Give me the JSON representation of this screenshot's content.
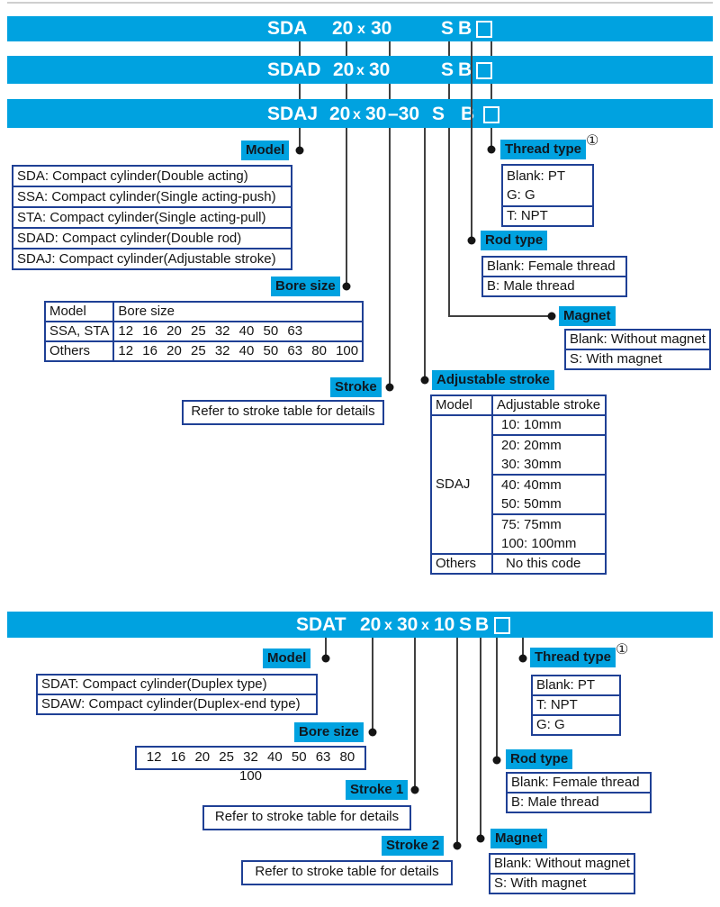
{
  "colors": {
    "accent_cyan": "#00A2E0",
    "table_border_navy": "#1F4095",
    "connector_line": "#404040",
    "bar_text": "#ffffff"
  },
  "s1": {
    "bar_sda": {
      "model": "SDA",
      "bore": "20",
      "times": "x",
      "stroke": "30",
      "magnet": "S",
      "rod": "B"
    },
    "bar_sdad": {
      "model": "SDAD",
      "bore": "20",
      "times": "x",
      "stroke": "30",
      "magnet": "S",
      "rod": "B"
    },
    "bar_sdaj": {
      "model": "SDAJ",
      "bore": "20",
      "times": "x",
      "stroke": "30",
      "adj": "–30",
      "magnet": "S",
      "rod": "B"
    },
    "model": {
      "label": "Model",
      "rows": [
        "SDA: Compact cylinder(Double acting)",
        "SSA: Compact cylinder(Single acting-push)",
        "STA: Compact cylinder(Single acting-pull)",
        "SDAD: Compact cylinder(Double rod)",
        "SDAJ: Compact cylinder(Adjustable stroke)"
      ]
    },
    "bore": {
      "label": "Bore size",
      "header": [
        "Model",
        "Bore size"
      ],
      "rows": [
        [
          "SSA, STA",
          "12 16 20 25 32 40 50 63"
        ],
        [
          "Others",
          "12 16 20 25 32 40 50 63 80 100"
        ]
      ]
    },
    "stroke": {
      "label": "Stroke",
      "note": "Refer to stroke table for details"
    },
    "adj": {
      "label": "Adjustable stroke",
      "header": [
        "Model",
        "Adjustable stroke"
      ],
      "sdaj": "SDAJ",
      "groups": [
        [
          "10: 10mm"
        ],
        [
          "20: 20mm",
          "30: 30mm"
        ],
        [
          "40: 40mm",
          "50: 50mm"
        ],
        [
          "75: 75mm",
          "100: 100mm"
        ]
      ],
      "others": [
        "Others",
        "No this code"
      ]
    },
    "thread": {
      "label": "Thread type",
      "sup": "①",
      "rows": [
        "Blank: PT",
        "G: G",
        "T: NPT"
      ]
    },
    "rod": {
      "label": "Rod type",
      "rows": [
        "Blank: Female thread",
        "B: Male thread"
      ]
    },
    "magnet": {
      "label": "Magnet",
      "rows": [
        "Blank: Without magnet",
        "S: With magnet"
      ]
    }
  },
  "s2": {
    "bar_sdat": {
      "model": "SDAT",
      "bore": "20",
      "times1": "x",
      "stroke1": "30",
      "times2": "x",
      "stroke2": "10",
      "magnet": "S",
      "rod": "B"
    },
    "model": {
      "label": "Model",
      "rows": [
        "SDAT: Compact cylinder(Duplex type)",
        "SDAW: Compact cylinder(Duplex-end type)"
      ]
    },
    "bore": {
      "label": "Bore size",
      "row": "12 16 20 25 32 40 50 63 80 100"
    },
    "stroke1": {
      "label": "Stroke 1",
      "note": "Refer to stroke table for details"
    },
    "stroke2": {
      "label": "Stroke 2",
      "note": "Refer to stroke table for details"
    },
    "thread": {
      "label": "Thread type",
      "sup": "①",
      "rows": [
        "Blank: PT",
        "T: NPT",
        "G: G"
      ]
    },
    "rod": {
      "label": "Rod type",
      "rows": [
        "Blank: Female thread",
        "B: Male thread"
      ]
    },
    "magnet": {
      "label": "Magnet",
      "rows": [
        "Blank: Without magnet",
        "S: With magnet"
      ]
    }
  }
}
